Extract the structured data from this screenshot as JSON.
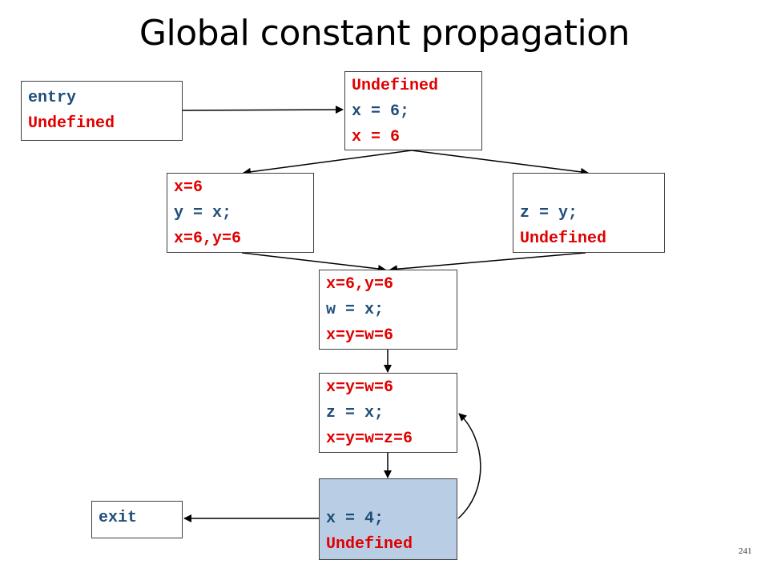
{
  "title": "Global constant propagation",
  "page_number": "241",
  "colors": {
    "code": "#1f4e79",
    "fact": "#e00000",
    "shaded_block": "#b9cde5"
  },
  "nodes": {
    "entry": {
      "lines": [
        {
          "text": "entry",
          "kind": "code"
        },
        {
          "text": "Undefined",
          "kind": "fact"
        }
      ]
    },
    "b1": {
      "lines": [
        {
          "text": "Undefined",
          "kind": "fact"
        },
        {
          "text": "x = 6;",
          "kind": "code"
        },
        {
          "text": "x = 6",
          "kind": "fact"
        }
      ]
    },
    "b2": {
      "lines": [
        {
          "text": "x=6",
          "kind": "fact"
        },
        {
          "text": "y = x;",
          "kind": "code"
        },
        {
          "text": "x=6,y=6",
          "kind": "fact"
        }
      ]
    },
    "b3": {
      "lines": [
        {
          "text": "",
          "kind": "fact"
        },
        {
          "text": "z = y;",
          "kind": "code"
        },
        {
          "text": "Undefined",
          "kind": "fact"
        }
      ]
    },
    "b4": {
      "lines": [
        {
          "text": "x=6,y=6",
          "kind": "fact"
        },
        {
          "text": "w = x;",
          "kind": "code"
        },
        {
          "text": "x=y=w=6",
          "kind": "fact"
        }
      ]
    },
    "b5": {
      "lines": [
        {
          "text": "x=y=w=6",
          "kind": "fact"
        },
        {
          "text": "z = x;",
          "kind": "code"
        },
        {
          "text": "x=y=w=z=6",
          "kind": "fact"
        }
      ]
    },
    "b6": {
      "lines": [
        {
          "text": "",
          "kind": "fact"
        },
        {
          "text": "x = 4;",
          "kind": "code"
        },
        {
          "text": "Undefined",
          "kind": "fact"
        }
      ]
    },
    "exit": {
      "lines": [
        {
          "text": "exit",
          "kind": "code"
        }
      ]
    }
  }
}
